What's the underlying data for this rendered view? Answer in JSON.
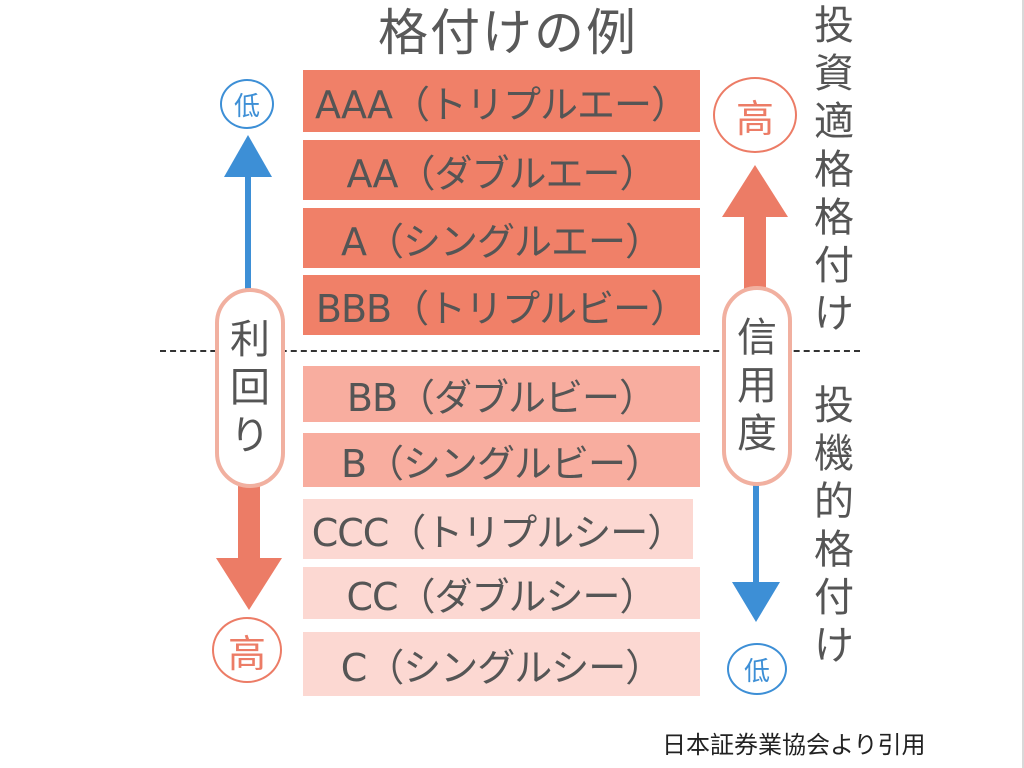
{
  "title": "格付けの例",
  "ratings": [
    {
      "label": "AAA（トリプルエー）",
      "color": "#f08068"
    },
    {
      "label": "AA（ダブルエー）",
      "color": "#f08068"
    },
    {
      "label": "A（シングルエー）",
      "color": "#f08068"
    },
    {
      "label": "BBB（トリプルビー）",
      "color": "#f08068"
    },
    {
      "label": "BB（ダブルビー）",
      "color": "#f8ad9f"
    },
    {
      "label": "B（シングルビー）",
      "color": "#f8ad9f"
    },
    {
      "label": "CCC（トリプルシー）",
      "color": "#fcd8d2"
    },
    {
      "label": "CC（ダブルシー）",
      "color": "#fcd8d2"
    },
    {
      "label": "C（シングルシー）",
      "color": "#fcd8d2"
    }
  ],
  "left_axis": {
    "label": [
      "利",
      "回",
      "り"
    ],
    "top": "低",
    "bottom": "高",
    "top_color": "#3d8fd6",
    "bottom_color": "#ec7c66"
  },
  "right_axis": {
    "label": [
      "信",
      "用",
      "度"
    ],
    "top": "高",
    "bottom": "低",
    "top_color": "#ec7c66",
    "bottom_color": "#3d8fd6"
  },
  "categories": {
    "investment_grade": [
      "投",
      "資",
      "適",
      "格",
      "格",
      "付",
      "け"
    ],
    "speculative_grade": [
      "投",
      "機",
      "的",
      "格",
      "付",
      "け"
    ]
  },
  "source": "日本証券業協会より引用"
}
